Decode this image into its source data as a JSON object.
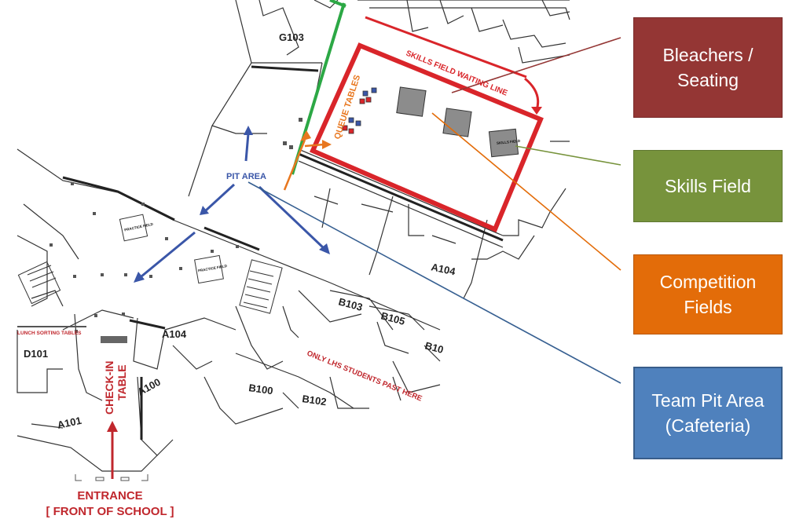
{
  "legend": [
    {
      "key": "bleachers",
      "label": "Bleachers /\nSeating",
      "color": "#943634"
    },
    {
      "key": "skills",
      "label": "Skills Field",
      "color": "#77933c"
    },
    {
      "key": "competition",
      "label": "Competition\nFields",
      "color": "#e36c09"
    },
    {
      "key": "pit",
      "label": "Team Pit Area\n(Cafeteria)",
      "color": "#4f81bd"
    }
  ],
  "map": {
    "rooms": {
      "g103": "G103",
      "a104_top": "A104",
      "b103": "B103",
      "b105": "B105",
      "b10_partial": "B10",
      "d101": "D101",
      "a104_left": "A104",
      "a100": "A100",
      "a101": "A101",
      "b100": "B100",
      "b102": "B102"
    },
    "labels": {
      "skills_waiting_line": "SKILLS FIELD WAITING LINE",
      "queue_tables": "QUEUE TABLES",
      "skills_field": "SKILLS FIELD",
      "pit_area": "PIT AREA",
      "practice_field_1": "PRACTICE FIELD",
      "practice_field_2": "PRACTICE FIELD",
      "lunch_sorting": "LUNCH SORTING TABLES",
      "check_in_line1": "CHECK-IN",
      "check_in_line2": "TABLE",
      "only_lhs": "ONLY LHS STUDENTS PAST HERE",
      "entrance": "ENTRANCE",
      "front_of_school": "[ FRONT OF SCHOOL ]"
    },
    "colors": {
      "red": "#d9252a",
      "orange": "#e8771f",
      "green": "#2ca845",
      "blue": "#3a56a8",
      "wall": "#333333",
      "field_gray": "#8c8c8c"
    }
  }
}
